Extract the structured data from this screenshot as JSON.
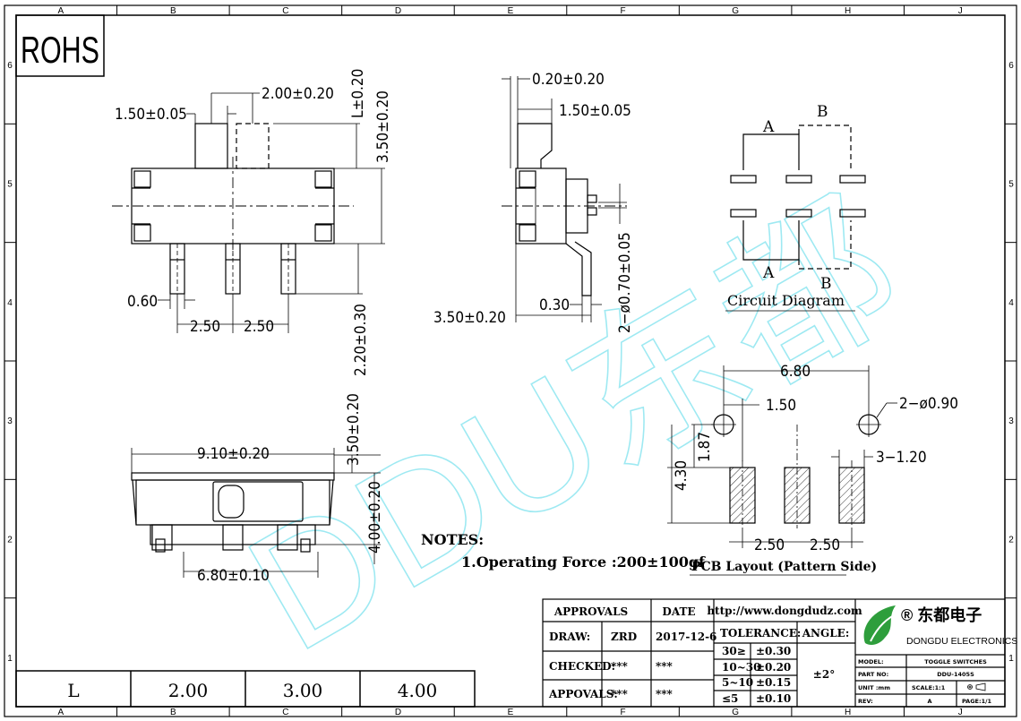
{
  "grid": {
    "columns": [
      "A",
      "B",
      "C",
      "D",
      "E",
      "F",
      "G",
      "H",
      "J"
    ],
    "rows": [
      "6",
      "5",
      "4",
      "3",
      "2",
      "1"
    ]
  },
  "rohs_label": "ROHS",
  "watermark": "DDU东都",
  "front_view": {
    "lever_width": "1.50±0.05",
    "lever_travel": "2.00±0.20",
    "lever_height_L": "L±0.20",
    "body_height": "3.50±0.20",
    "pin_width": "0.60",
    "pitch_left": "2.50",
    "pitch_right": "2.50",
    "pin_length": "2.20±0.30"
  },
  "side_view": {
    "top_offset": "0.20±0.20",
    "lever_depth": "1.50±0.05",
    "depth": "3.50±0.20",
    "pin_thickness": "0.30",
    "pin_dia": "2−ø0.70±0.05"
  },
  "bottom_view": {
    "length": "9.10±0.20",
    "height_a": "3.50±0.20",
    "height_b": "4.00±0.20",
    "mount_spacing": "6.80±0.10"
  },
  "circuit": {
    "label_a_top": "A",
    "label_b_top": "B",
    "label_a_bottom": "A",
    "label_b_bottom": "B",
    "title": "Circuit Diagram"
  },
  "pcb": {
    "hole_spacing": "6.80",
    "offset": "1.50",
    "hole_dia": "2−ø0.90",
    "row_offset": "1.87",
    "pad_height": "4.30",
    "pad_width": "3−1.20",
    "pitch_left": "2.50",
    "pitch_right": "2.50",
    "title": "PCB Layout (Pattern Side)"
  },
  "notes": {
    "heading": "NOTES:",
    "line1": "1.Operating Force :200±100gf"
  },
  "l_table": {
    "header": "L",
    "values": [
      "2.00",
      "3.00",
      "4.00"
    ]
  },
  "title_block": {
    "approvals_header": "APPROVALS",
    "date_header": "DATE",
    "website": "http://www.dongdudz.com",
    "rows": [
      {
        "label": "DRAW:",
        "name": "ZRD",
        "date": "2017-12-6"
      },
      {
        "label": "CHECKED:",
        "name": "***",
        "date": "***"
      },
      {
        "label": "APPOVALS:",
        "name": "***",
        "date": "***"
      }
    ],
    "tolerance_header": "TOLERANCE:",
    "angle_header": "ANGLE:",
    "tolerances": [
      {
        "range": "30≥",
        "tol": "±0.30"
      },
      {
        "range": "10~30",
        "tol": "±0.20"
      },
      {
        "range": "5~10",
        "tol": "±0.15"
      },
      {
        "range": "≤5",
        "tol": "±0.10"
      }
    ],
    "angle": "±2°",
    "company_cn": "® 东都电子",
    "company_en": "DONGDU ELECTRONICS",
    "model_label": "MODEL:",
    "model": "TOGGLE SWITCHES",
    "part_label": "PART NO:",
    "part": "DDU-1405S",
    "unit_label": "UNIT :mm",
    "scale": "SCALE:1:1",
    "rev_label": "REV:",
    "rev": "A",
    "page": "PAGE:1/1",
    "brand_color": "#2e9e3c",
    "watermark_color": "#7fe3ee"
  }
}
